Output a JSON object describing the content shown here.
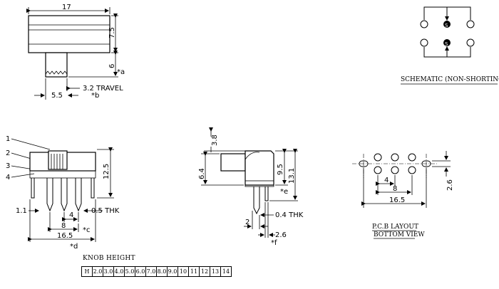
{
  "top_view": {
    "width": "17",
    "height": "7.5",
    "knob_height": "6",
    "note_a": "*a",
    "knob_width": "5.5",
    "travel": "3.2 TRAVEL",
    "note_b": "*b"
  },
  "schematic": {
    "label": "SCHEMATIC (NON-SHORTING)",
    "pin_symbol": "S"
  },
  "side_view": {
    "callouts": [
      "1",
      "2",
      "3",
      "4"
    ],
    "height": "12.5",
    "pin_offset": "1.1",
    "pin_pitch": "4",
    "thickness": "0.5 THK",
    "pin_span": "8",
    "note_c": "*c",
    "overall": "16.5",
    "note_d": "*d"
  },
  "end_view": {
    "knob_offset": "3.8",
    "knob_thickness": "6.4",
    "body_height": "9.5",
    "total_height": "13.1",
    "note_e": "*e",
    "pin_thickness": "0.4 THK",
    "pin_pitch": "2",
    "leg_width": "2.6",
    "note_f": "*f"
  },
  "pcb": {
    "pitch": "4",
    "row_span": "8",
    "outer_span": "16.5",
    "hole_offset": "2.6",
    "label_line1": "P.C.B LAYOUT",
    "label_line2": "BOTTOM VIEW"
  },
  "knob_table": {
    "title": "KNOB HEIGHT",
    "header": "H",
    "values": [
      "2.0",
      "3.0",
      "4.0",
      "5.0",
      "6.0",
      "7.0",
      "8.0",
      "9.0",
      "10",
      "11",
      "12",
      "13",
      "14"
    ]
  }
}
